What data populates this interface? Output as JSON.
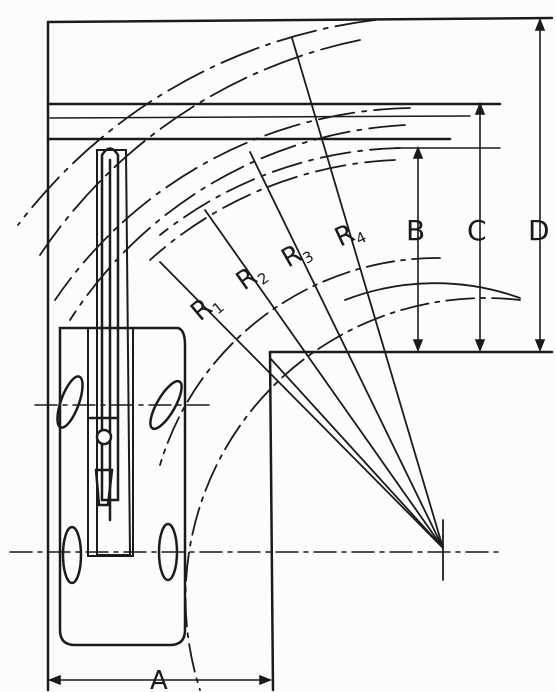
{
  "diagram": {
    "radii": [
      {
        "main": "R",
        "sub": "1"
      },
      {
        "main": "R",
        "sub": "2"
      },
      {
        "main": "R",
        "sub": "3"
      },
      {
        "main": "R",
        "sub": "4"
      }
    ],
    "dimensions": {
      "a": "A",
      "b": "B",
      "c": "C",
      "d": "D"
    }
  }
}
